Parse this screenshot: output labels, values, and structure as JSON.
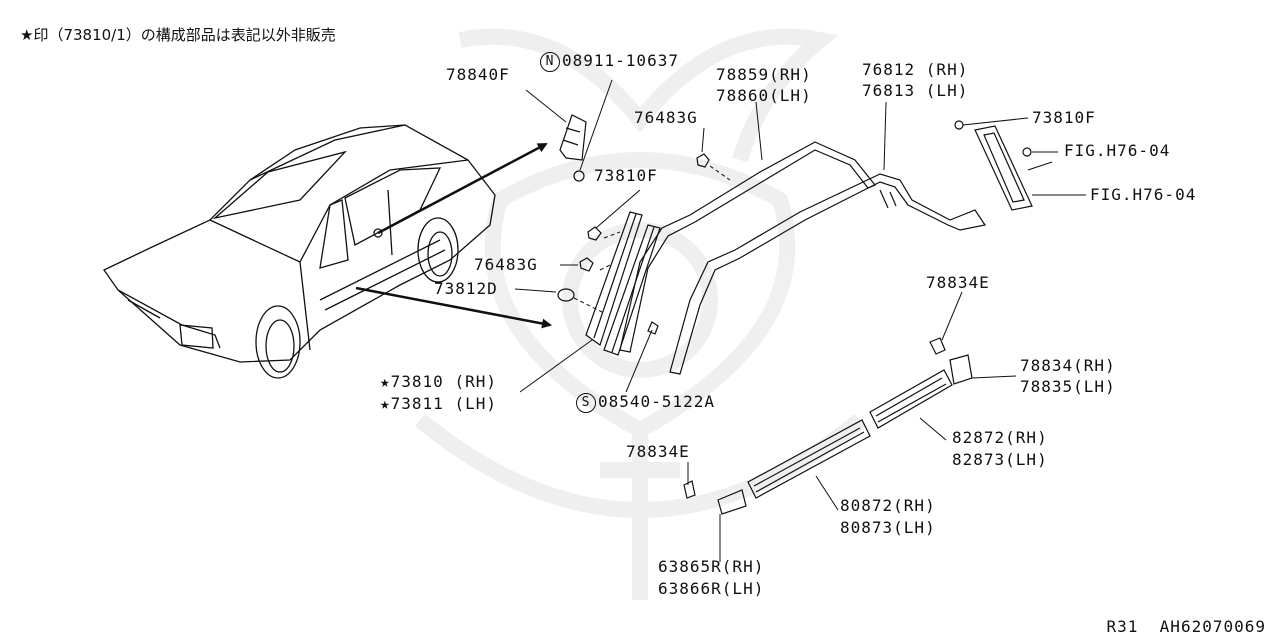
{
  "note": "★印（73810/1）の構成部品は表記以外非販売",
  "footer": {
    "page": "R31",
    "code": "AH62070069"
  },
  "watermark": "samurai-helmet-watermark",
  "parts": {
    "p78840F": "78840F",
    "n_prefix": "N",
    "p08911": "08911-10637",
    "p78859": "78859(RH)",
    "p78860": "78860(LH)",
    "p76812": "76812 (RH)",
    "p76813": "76813 (LH)",
    "p76483G_top": "76483G",
    "p73810F_top": "73810F",
    "p73810F_mid": "73810F",
    "figA": "FIG.H76-04",
    "figB": "FIG.H76-04",
    "p76483G_mid": "76483G",
    "p73812D": "73812D",
    "star": "★",
    "p73810": "73810 (RH)",
    "p73811": "73811 (LH)",
    "s_prefix": "S",
    "p08540": "08540-5122A",
    "p78834E_upper": "78834E",
    "p78834": "78834(RH)",
    "p78835": "78835(LH)",
    "p82872": "82872(RH)",
    "p82873": "82873(LH)",
    "p78834E_lower": "78834E",
    "p80872": "80872(RH)",
    "p80873": "80873(LH)",
    "p63865R": "63865R(RH)",
    "p63866R": "63866R(LH)"
  }
}
